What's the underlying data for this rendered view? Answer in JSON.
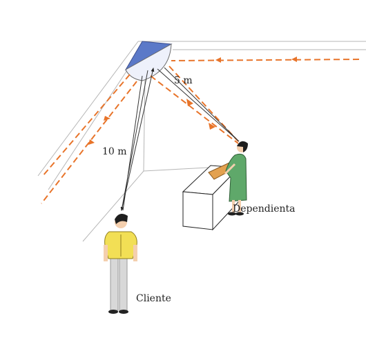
{
  "labels": {
    "distance_mirror_to_clerk": "5 m",
    "distance_mirror_to_client": "10 m",
    "clerk": "Dependienta",
    "client": "Cliente"
  },
  "colors": {
    "light_ray": "#e8742a",
    "mirror": "#5b79c8",
    "walls": "#b5b5b5",
    "clerk_dress": "#5fa86a",
    "client_shirt": "#f2df55",
    "client_pants": "#d8d8d8",
    "hair": "#1e1e1e",
    "skin": "#f4cfae",
    "tray": "#e3a14f"
  },
  "icons": [
    "convex-mirror-icon",
    "clerk-figure-icon",
    "client-figure-icon",
    "counter-icon"
  ]
}
